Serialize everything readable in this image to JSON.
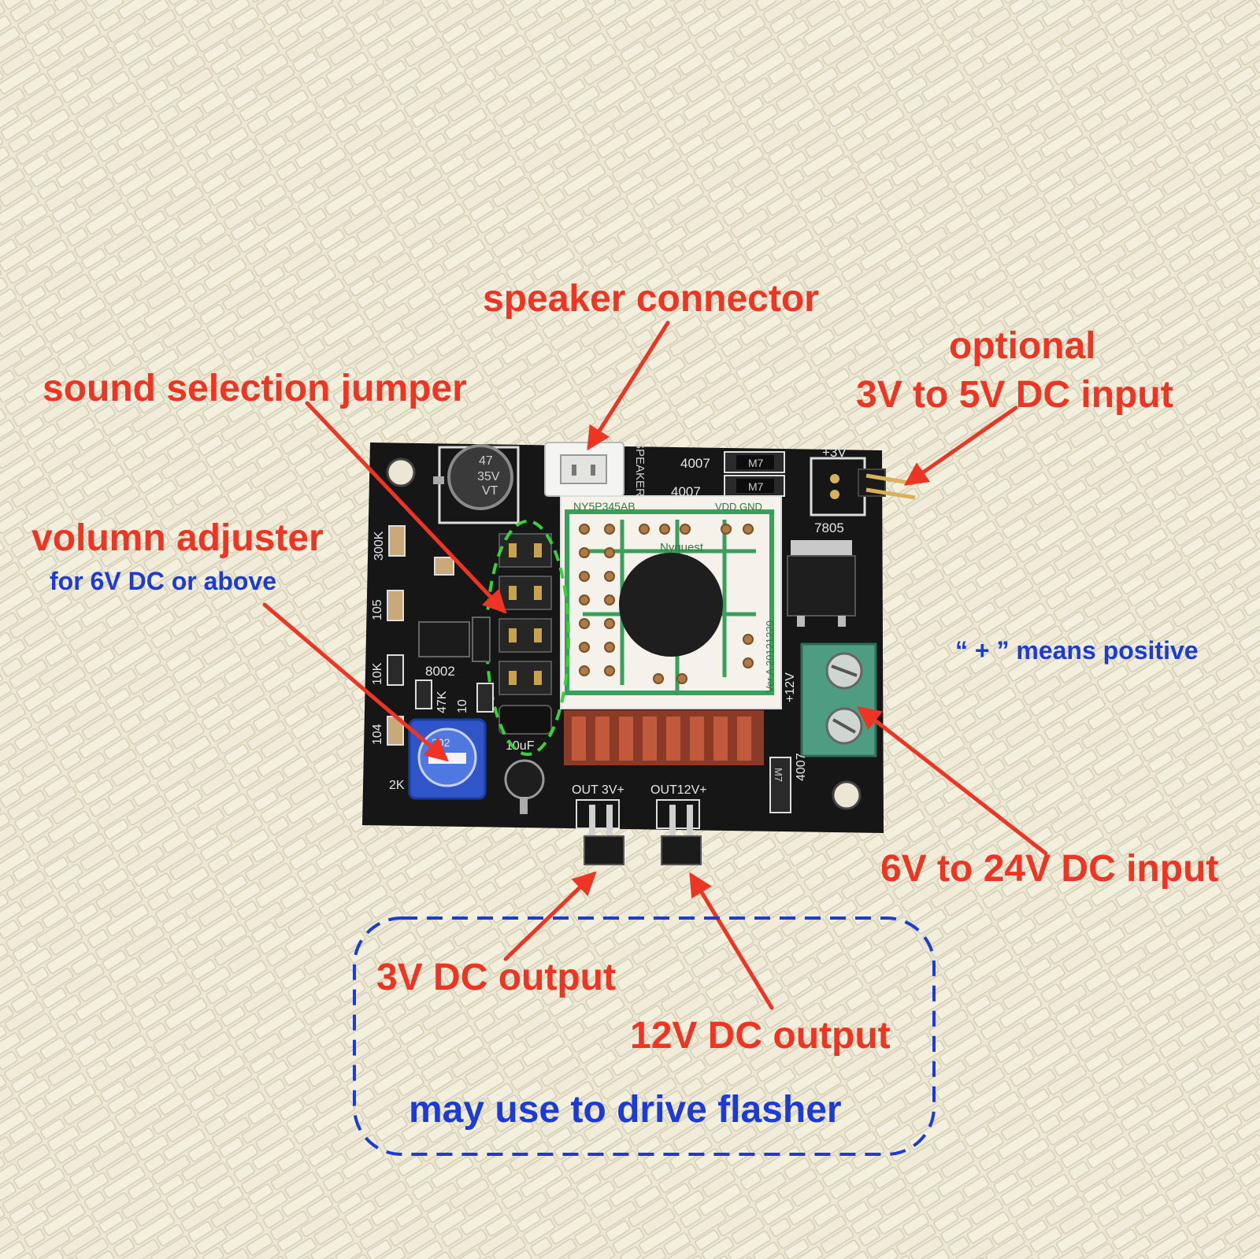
{
  "colors": {
    "annotation_red": "#ee3524",
    "annotation_blue": "#1b3ad8",
    "pcb_black": "#141414",
    "background_tile": "#ece7d3"
  },
  "annotations": {
    "speaker_connector": "speaker connector",
    "optional_line1": "optional",
    "optional_line2": "3V to 5V DC input",
    "sound_selection_jumper": "sound selection jumper",
    "volume_adjuster": "volumn adjuster",
    "volume_note": "for 6V DC or above",
    "plus_means_positive": "“ + ” means positive",
    "dc_input": "6V to 24V DC input",
    "output_3v": "3V DC output",
    "output_12v": "12V DC output",
    "flasher_note": "may use to drive flasher"
  },
  "pcb_silkscreen": {
    "cap_value": "47",
    "cap_voltage": "35V",
    "cap_series": "VT",
    "speaker": "SPEAKER",
    "diode_1": "4007",
    "diode_2": "4007",
    "diode_3": "4007",
    "diode_code": "M7",
    "plus_3v": "+3V",
    "regulator": "7805",
    "module_name": "NY5P345AB",
    "module_brand": "Nyquest",
    "module_pins": "VDD GND",
    "module_version": "Ver.A 20121220",
    "r_300k": "300K",
    "r_105": "105",
    "r_10k": "10K",
    "r_47k": "47K",
    "r_104": "104",
    "r_10": "10",
    "chip_8002": "8002",
    "pot_2k": "2K",
    "pot_code": "202",
    "cap_10uf": "10uF",
    "out_3v": "OUT 3V+",
    "out_12v": "OUT12V+",
    "plus_12v": "+12V"
  }
}
